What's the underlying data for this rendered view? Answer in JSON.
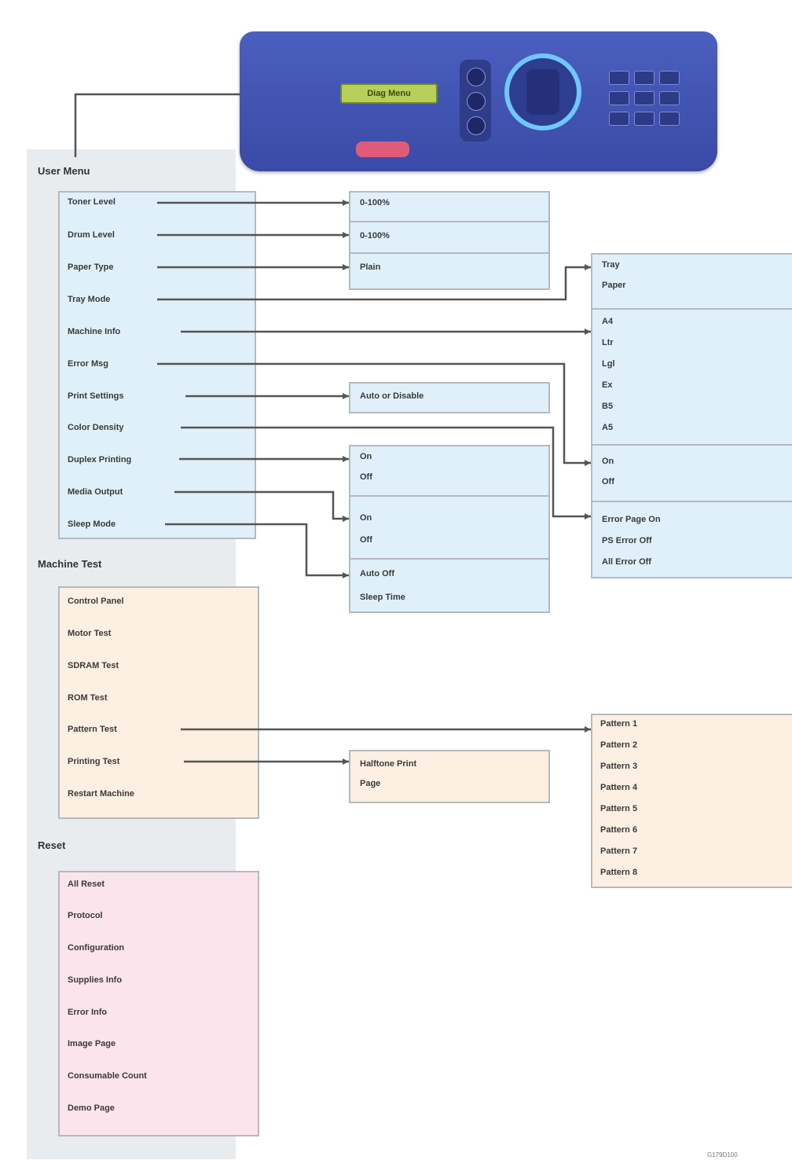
{
  "control_panel": {
    "display_text": "Diag Menu",
    "buttons": [
      "",
      "",
      ""
    ]
  },
  "groups": {
    "user_menu": {
      "title": "User Menu",
      "items": [
        "Toner Level",
        "Drum Level",
        "Paper Type",
        "Tray Mode",
        "Machine Info",
        "Error Msg",
        "Print Settings",
        "Color Density",
        "Duplex Printing",
        "Media Output",
        "Sleep Mode"
      ]
    },
    "machine_test": {
      "title": "Machine Test",
      "items": [
        "Control Panel",
        "Motor Test",
        "SDRAM Test",
        "ROM Test",
        "Pattern Test",
        "Printing Test",
        "Restart Machine"
      ]
    },
    "reset": {
      "title": "Reset",
      "items": [
        "All Reset",
        "Protocol",
        "Configuration",
        "Supplies Info",
        "Error Info",
        "Image Page",
        "Consumable Count",
        "Demo Page"
      ]
    }
  },
  "option_boxes": {
    "levels": [
      "0-100%",
      "0-100%",
      "Plain"
    ],
    "print_settings": [
      "Auto or Disable"
    ],
    "on_off_a": [
      "On",
      "Off"
    ],
    "on_off_b": [
      "On",
      "Off"
    ],
    "sleep": [
      "Auto Off",
      "Sleep Time"
    ],
    "printing_test": [
      "Halftone Print",
      "Page"
    ],
    "tray": [
      "Tray",
      "Paper"
    ],
    "machine_info": [
      "A4",
      "Ltr",
      "Lgl",
      "Ex",
      "B5",
      "A5"
    ],
    "error_msg": [
      "On",
      "Off"
    ],
    "paper_page": [
      "Error Page On",
      "PS Error Off",
      "All Error Off"
    ],
    "patterns": [
      "Pattern 1",
      "Pattern 2",
      "Pattern 3",
      "Pattern 4",
      "Pattern 5",
      "Pattern 6",
      "Pattern 7",
      "Pattern 8"
    ]
  },
  "figure_code": "G179D100",
  "colors": {
    "panel_blue": "#4050b0",
    "user_fill": "#e0f0fb",
    "test_fill": "#fdf0e3",
    "reset_fill": "#fce4ec",
    "line": "#555555"
  }
}
